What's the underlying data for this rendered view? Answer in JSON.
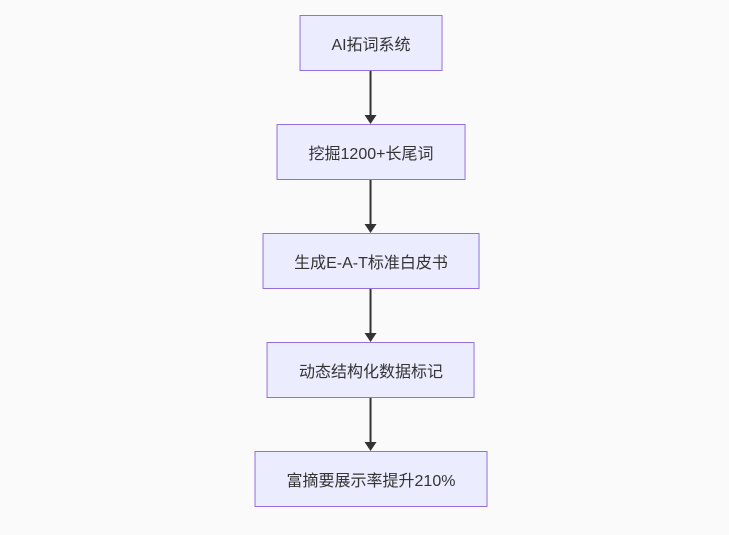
{
  "diagram": {
    "type": "flowchart",
    "direction": "top-down",
    "nodes": [
      {
        "label": "AI拓词系统"
      },
      {
        "label": "挖掘1200+长尾词"
      },
      {
        "label": "生成E-A-T标准白皮书"
      },
      {
        "label": "动态结构化数据标记"
      },
      {
        "label": "富摘要展示率提升210%"
      }
    ],
    "edges": [
      {
        "from": "AI拓词系统",
        "to": "挖掘1200+长尾词"
      },
      {
        "from": "挖掘1200+长尾词",
        "to": "生成E-A-T标准白皮书"
      },
      {
        "from": "生成E-A-T标准白皮书",
        "to": "动态结构化数据标记"
      },
      {
        "from": "动态结构化数据标记",
        "to": "富摘要展示率提升210%"
      }
    ],
    "colors": {
      "background": "#fafafa",
      "node_fill": "#ececff",
      "node_border": "#9370db",
      "node_text": "#333333",
      "arrow": "#333333"
    }
  }
}
